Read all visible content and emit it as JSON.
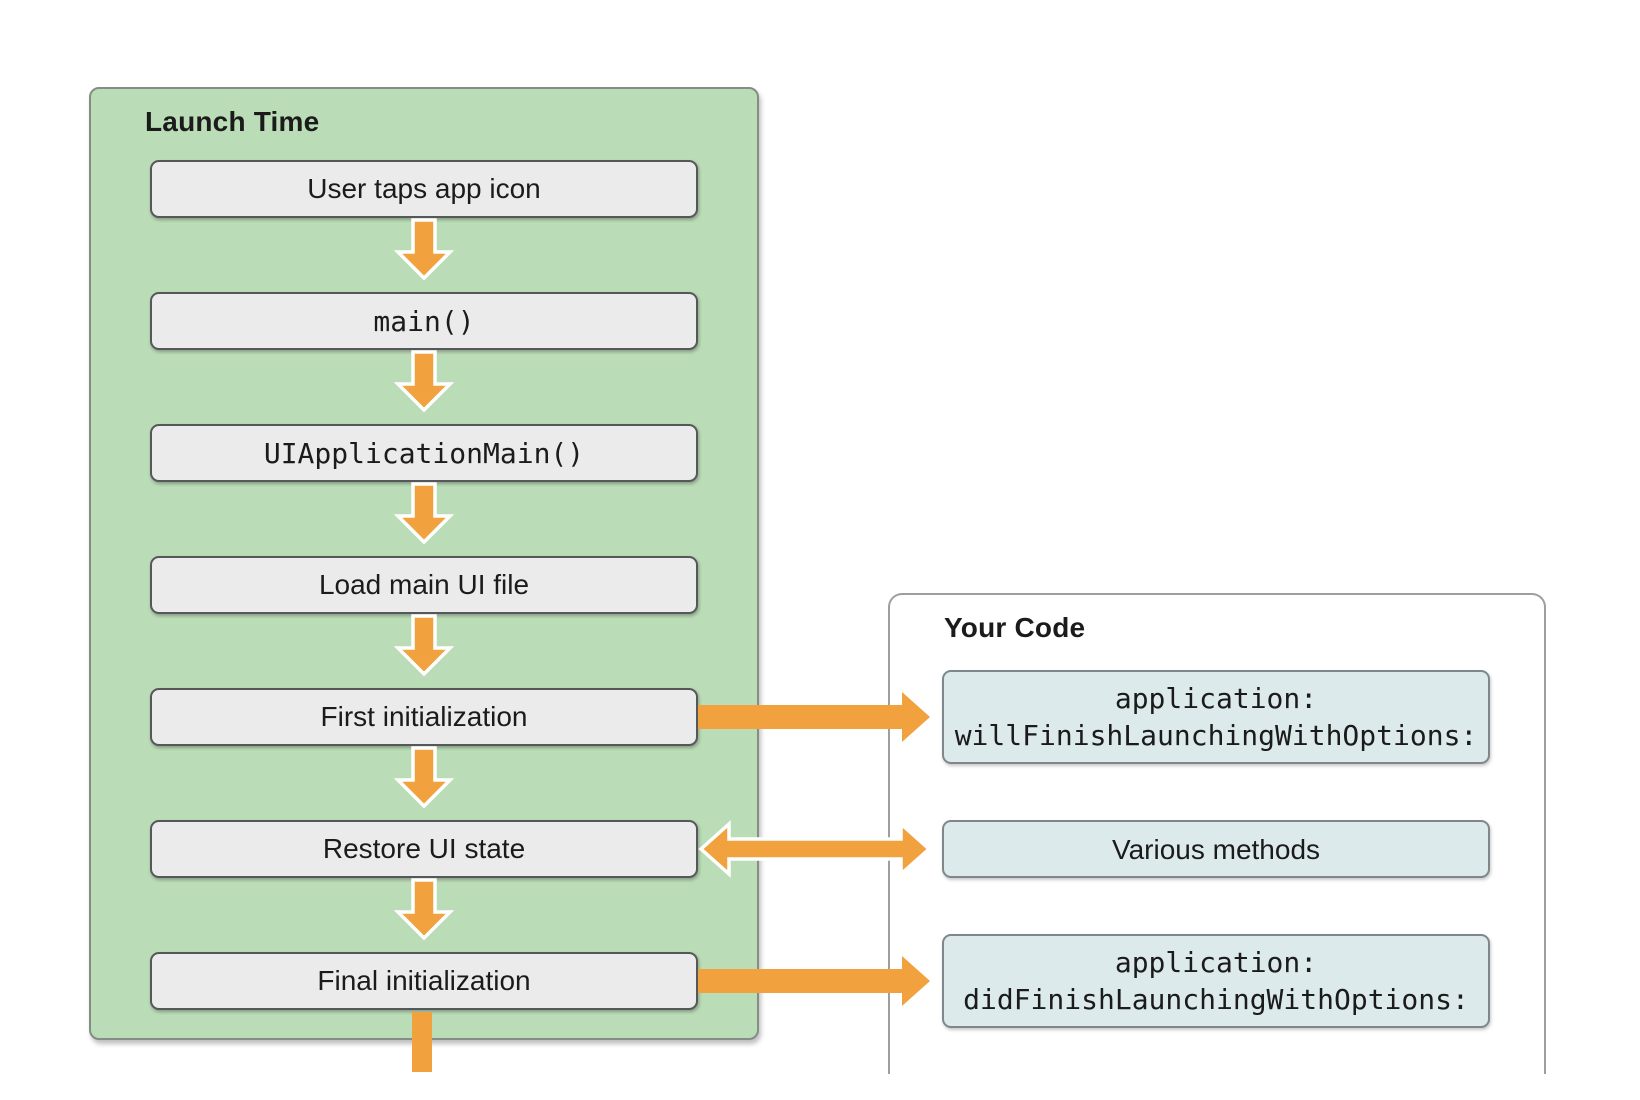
{
  "launch_time": {
    "title": "Launch Time",
    "steps": [
      {
        "label": "User taps app icon",
        "mono": false
      },
      {
        "label": "main()",
        "mono": true
      },
      {
        "label": "UIApplicationMain()",
        "mono": true
      },
      {
        "label": "Load main UI file",
        "mono": false
      },
      {
        "label": "First initialization",
        "mono": false
      },
      {
        "label": "Restore UI state",
        "mono": false
      },
      {
        "label": "Final initialization",
        "mono": false
      }
    ]
  },
  "your_code": {
    "title": "Your Code",
    "callbacks": [
      {
        "lines": [
          "application:",
          "willFinishLaunchingWithOptions:"
        ],
        "mono": true
      },
      {
        "lines": [
          "Various methods"
        ],
        "mono": false
      },
      {
        "lines": [
          "application:",
          "didFinishLaunchingWithOptions:"
        ],
        "mono": true
      }
    ]
  },
  "connections": [
    {
      "from": "User taps app icon",
      "to": "main()",
      "direction": "down"
    },
    {
      "from": "main()",
      "to": "UIApplicationMain()",
      "direction": "down"
    },
    {
      "from": "UIApplicationMain()",
      "to": "Load main UI file",
      "direction": "down"
    },
    {
      "from": "Load main UI file",
      "to": "First initialization",
      "direction": "down"
    },
    {
      "from": "First initialization",
      "to": "Restore UI state",
      "direction": "down"
    },
    {
      "from": "Restore UI state",
      "to": "Final initialization",
      "direction": "down"
    },
    {
      "from": "Final initialization",
      "to": "(continues below, cut off)",
      "direction": "down"
    },
    {
      "from": "First initialization",
      "to": "application:willFinishLaunchingWithOptions:",
      "direction": "right"
    },
    {
      "from": "Restore UI state",
      "to": "Various methods",
      "direction": "both"
    },
    {
      "from": "Final initialization",
      "to": "application:didFinishLaunchingWithOptions:",
      "direction": "right"
    }
  ],
  "colors": {
    "orange": "#F1A23F",
    "green_fill": "#BADCB6",
    "green_border": "#868D86",
    "step_fill": "#EBEBEB",
    "step_border": "#56575B",
    "callback_fill": "#DCEAEC",
    "callback_border": "#7E888C",
    "panel_border": "#9B9FA0",
    "text": "#1B1B1B",
    "white": "#FFFFFF"
  }
}
